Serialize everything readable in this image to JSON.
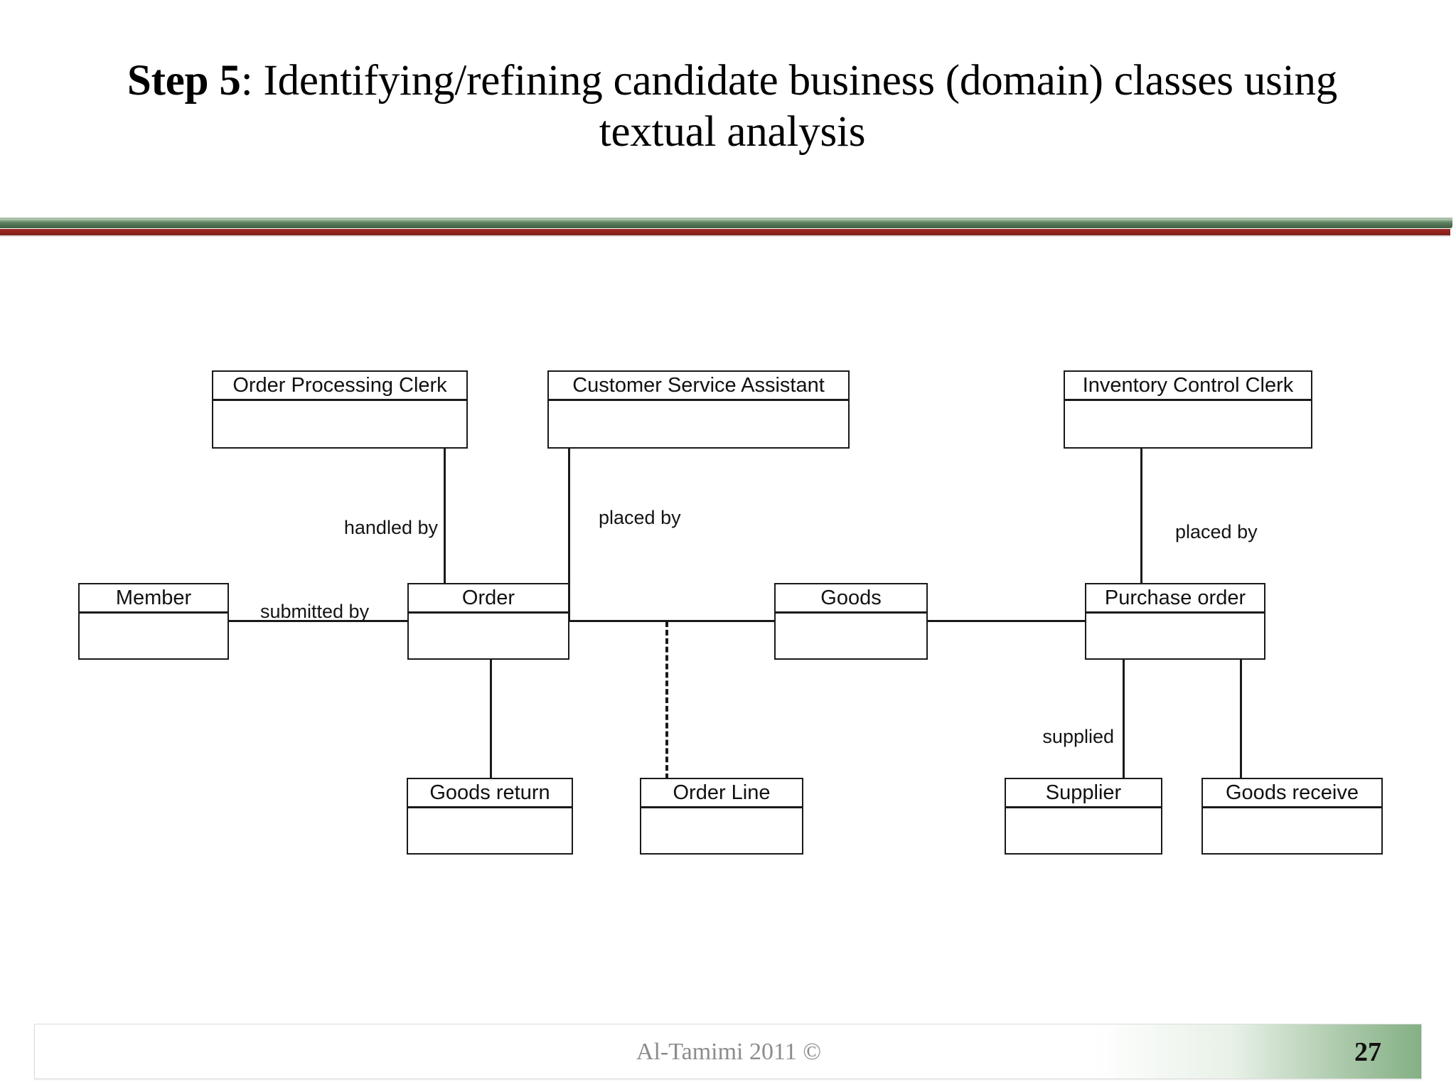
{
  "slide": {
    "title_prefix": "Step 5",
    "title_rest": ": Identifying/refining candidate business (domain) classes using textual analysis",
    "accent_green": "#3f5e43",
    "accent_red": "#9e2a24"
  },
  "footer": {
    "credit": "Al-Tamimi 2011 ©",
    "page_number": "27"
  },
  "diagram": {
    "type": "uml-class-diagram",
    "classes": [
      {
        "id": "order-processing-clerk",
        "name": "Order Processing Clerk"
      },
      {
        "id": "customer-service-assistant",
        "name": "Customer Service Assistant"
      },
      {
        "id": "inventory-control-clerk",
        "name": "Inventory Control Clerk"
      },
      {
        "id": "member",
        "name": "Member"
      },
      {
        "id": "order",
        "name": "Order"
      },
      {
        "id": "goods",
        "name": "Goods"
      },
      {
        "id": "purchase-order",
        "name": "Purchase order"
      },
      {
        "id": "goods-return",
        "name": "Goods return"
      },
      {
        "id": "order-line",
        "name": "Order Line"
      },
      {
        "id": "supplier",
        "name": "Supplier"
      },
      {
        "id": "goods-receive",
        "name": "Goods receive"
      }
    ],
    "associations": [
      {
        "id": "handled-by",
        "label": "handled by",
        "from": "order-processing-clerk",
        "to": "order",
        "style": "solid"
      },
      {
        "id": "placed-by-cs",
        "label": "placed by",
        "from": "customer-service-assistant",
        "to": "order",
        "style": "solid"
      },
      {
        "id": "placed-by-ic",
        "label": "placed by",
        "from": "inventory-control-clerk",
        "to": "purchase-order",
        "style": "solid"
      },
      {
        "id": "submitted-by",
        "label": "submitted by",
        "from": "member",
        "to": "order",
        "style": "solid"
      },
      {
        "id": "order-goods",
        "label": "",
        "from": "order",
        "to": "goods",
        "style": "solid"
      },
      {
        "id": "goods-po",
        "label": "",
        "from": "goods",
        "to": "purchase-order",
        "style": "solid"
      },
      {
        "id": "order-return",
        "label": "",
        "from": "order",
        "to": "goods-return",
        "style": "solid"
      },
      {
        "id": "order-line",
        "label": "",
        "from": "order",
        "to": "order-line",
        "style": "dashed"
      },
      {
        "id": "supplied",
        "label": "supplied",
        "from": "purchase-order",
        "to": "supplier",
        "style": "solid"
      },
      {
        "id": "po-receive",
        "label": "",
        "from": "purchase-order",
        "to": "goods-receive",
        "style": "solid"
      }
    ]
  }
}
